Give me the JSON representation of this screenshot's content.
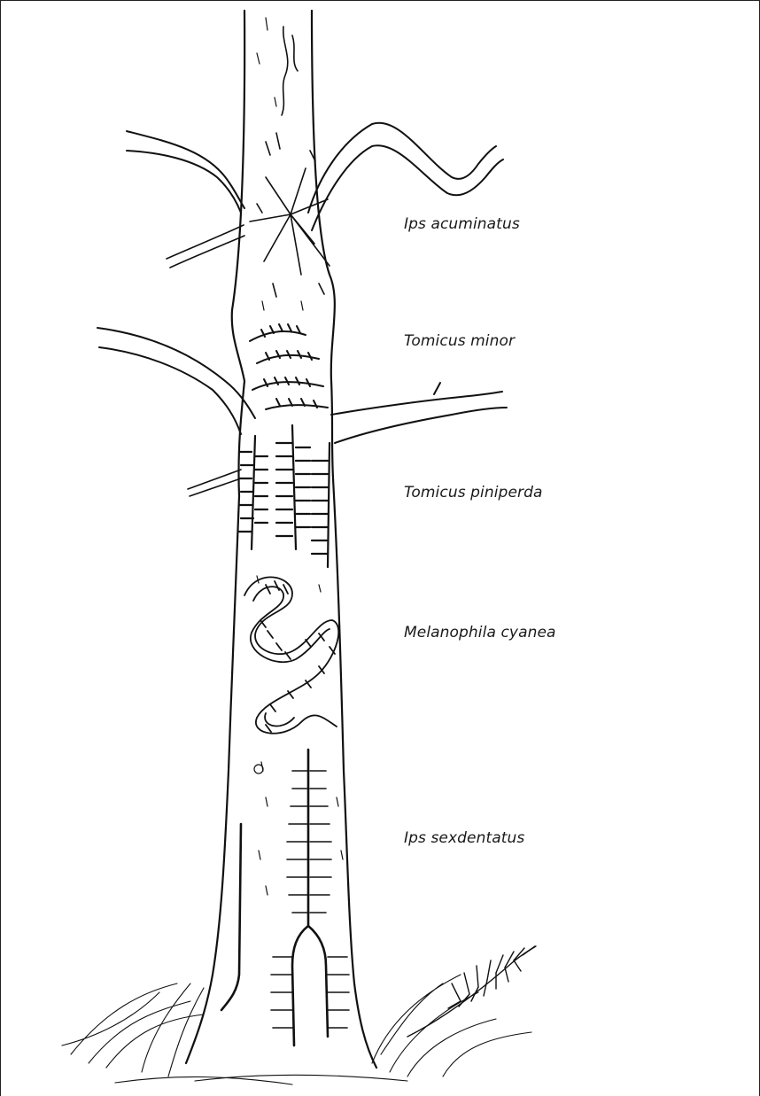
{
  "figure": {
    "subject": "Pine trunk showing bark beetle gallery patterns",
    "labels": [
      {
        "id": "ips-acuminatus",
        "text": "Ips acuminatus"
      },
      {
        "id": "tomicus-minor",
        "text": "Tomicus minor"
      },
      {
        "id": "tomicus-piniperda",
        "text": "Tomicus piniperda"
      },
      {
        "id": "melanophila-cyanea",
        "text": "Melanophila cyanea"
      },
      {
        "id": "ips-sexdentatus",
        "text": "Ips sexdentatus"
      }
    ]
  },
  "colors": {
    "ink": "#111111",
    "paper": "#ffffff",
    "label": "#1a1a1a"
  }
}
